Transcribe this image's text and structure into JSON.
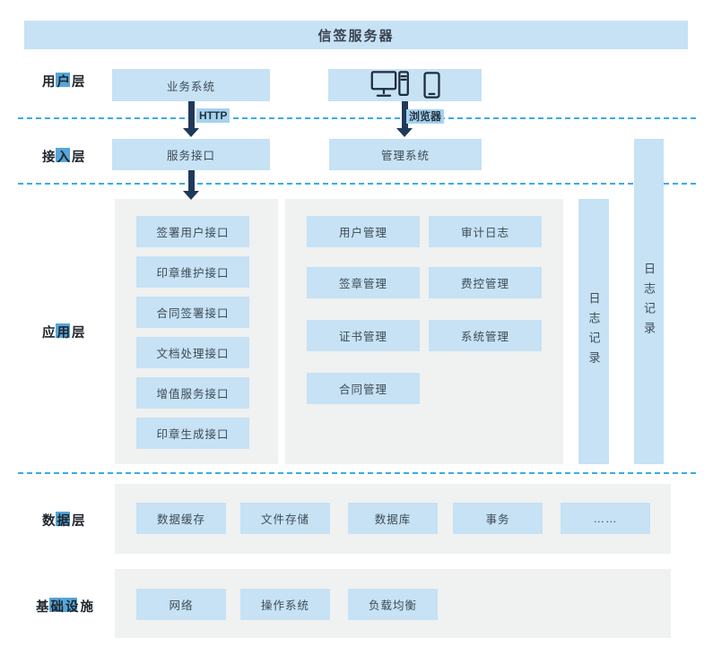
{
  "header": {
    "title": "信签服务器"
  },
  "user_layer": {
    "label": "用户层",
    "business_system": "业务系统",
    "http_label": "HTTP",
    "browser_label": "浏览器",
    "icons": [
      "desktop-computer-icon",
      "smartphone-icon"
    ]
  },
  "access_layer": {
    "label": "接入层",
    "service_interface": "服务接口",
    "management_system": "管理系统"
  },
  "application_layer": {
    "label": "应用层",
    "interfaces": [
      "签署用户接口",
      "印章维护接口",
      "合同签署接口",
      "文档处理接口",
      "增值服务接口",
      "印章生成接口"
    ],
    "modules": [
      "用户管理",
      "审计日志",
      "签章管理",
      "费控管理",
      "证书管理",
      "系统管理",
      "合同管理"
    ],
    "inner_log_bar": "日志记录",
    "outer_log_bar": "日志记录"
  },
  "data_layer": {
    "label": "数据层",
    "items": [
      "数据缓存",
      "文件存储",
      "数据库",
      "事务",
      "……"
    ]
  },
  "infrastructure_layer": {
    "label": "基础设施",
    "items": [
      "网络",
      "操作系统",
      "负载均衡"
    ]
  },
  "colors": {
    "box_blue": "#c6e2f4",
    "panel_gray": "#f0f1f1",
    "arrow_navy": "#20395a",
    "dashed_line_blue": "#38ade8",
    "highlight_blue": "#55a6d9"
  }
}
